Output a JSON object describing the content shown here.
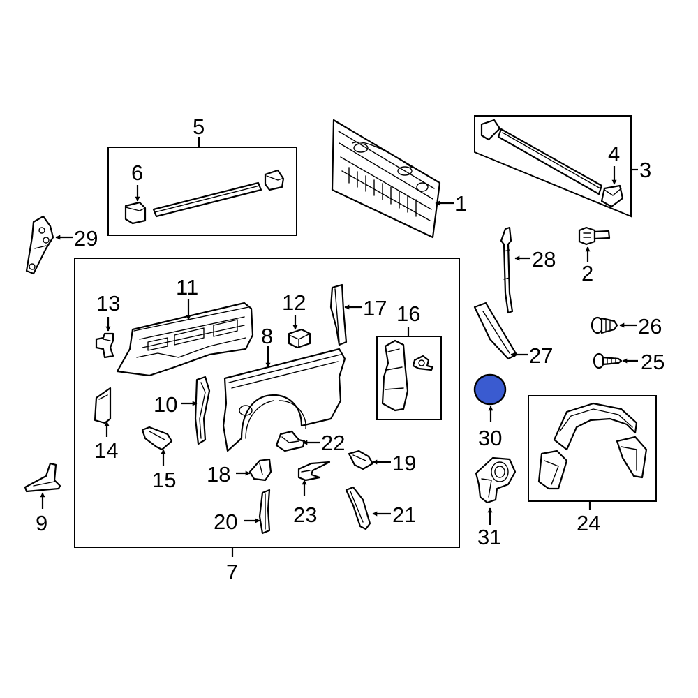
{
  "diagram": {
    "highlight_color": "#3a5bd0",
    "highlighted_part": "30",
    "callouts": {
      "c1": "1",
      "c2": "2",
      "c3": "3",
      "c4": "4",
      "c5": "5",
      "c6": "6",
      "c7": "7",
      "c8": "8",
      "c9": "9",
      "c10": "10",
      "c11": "11",
      "c12": "12",
      "c13": "13",
      "c14": "14",
      "c15": "15",
      "c16": "16",
      "c17": "17",
      "c18": "18",
      "c19": "19",
      "c20": "20",
      "c21": "21",
      "c22": "22",
      "c23": "23",
      "c24": "24",
      "c25": "25",
      "c26": "26",
      "c27": "27",
      "c28": "28",
      "c29": "29",
      "c30": "30",
      "c31": "31"
    }
  }
}
